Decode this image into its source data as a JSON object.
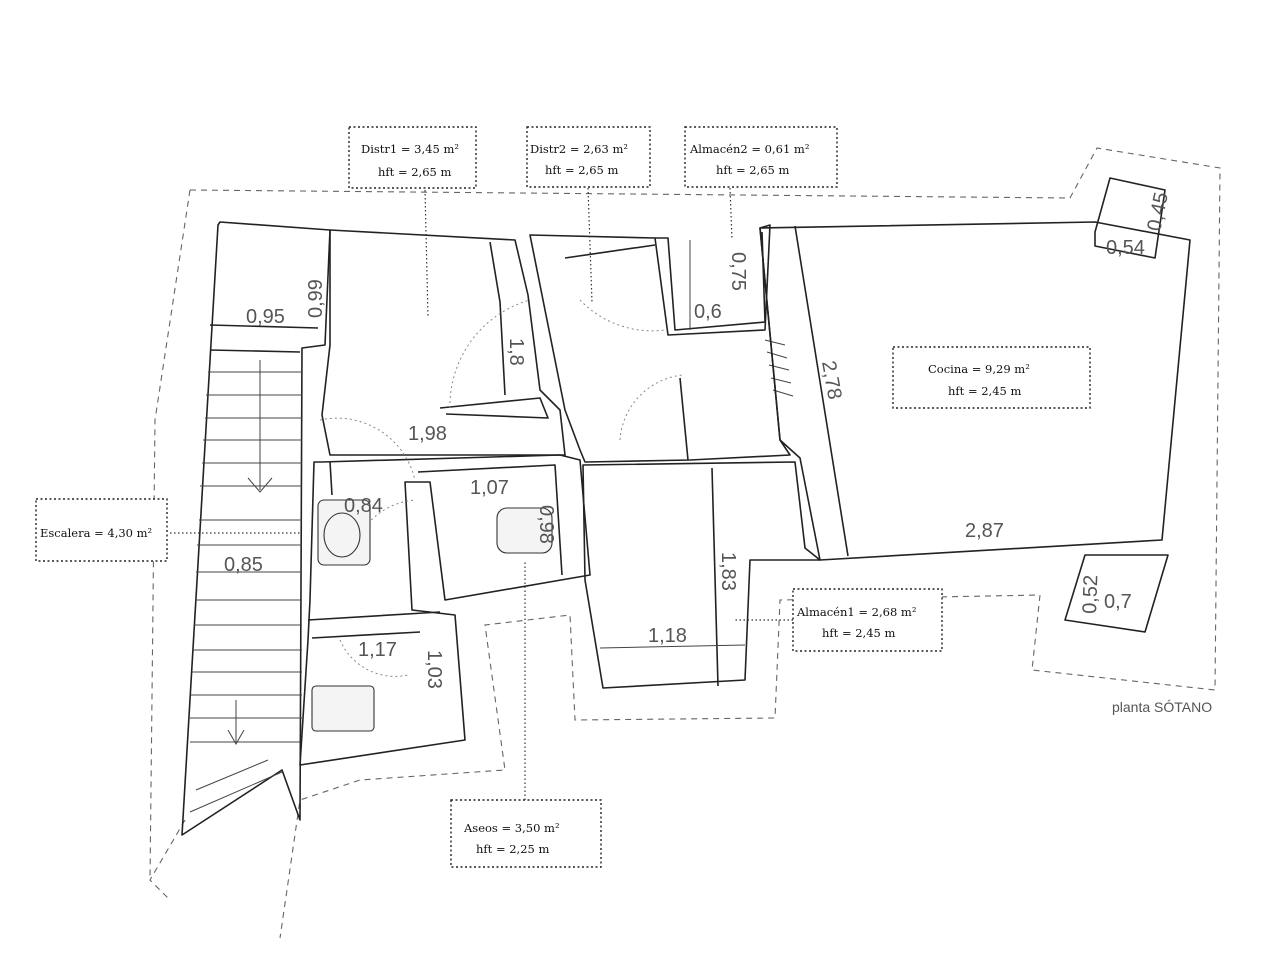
{
  "plan_title": "planta SÓTANO",
  "rooms": [
    {
      "name_line": "Distr1 = 3,45 m²",
      "height_line": "hft = 2,65 m"
    },
    {
      "name_line": "Distr2 = 2,63 m²",
      "height_line": "hft = 2,65 m"
    },
    {
      "name_line": "Almacén2 = 0,61 m²",
      "height_line": "hft = 2,65 m"
    },
    {
      "name_line": "Cocina = 9,29 m²",
      "height_line": "hft = 2,45 m"
    },
    {
      "name_line": "Escalera = 4,30 m²",
      "height_line": ""
    },
    {
      "name_line": "Almacén1 = 2,68 m²",
      "height_line": "hft = 2,45 m"
    },
    {
      "name_line": "Aseos = 3,50 m²",
      "height_line": "hft = 2,25 m"
    }
  ],
  "dimensions": [
    "0,95",
    "0,99",
    "1,8",
    "1,98",
    "0,84",
    "1,07",
    "0,98",
    "0,85",
    "1,17",
    "1,03",
    "0,75",
    "0,6",
    "2,78",
    "2,87",
    "1,83",
    "1,18",
    "0,45",
    "0,54",
    "0,52",
    "0,7"
  ]
}
